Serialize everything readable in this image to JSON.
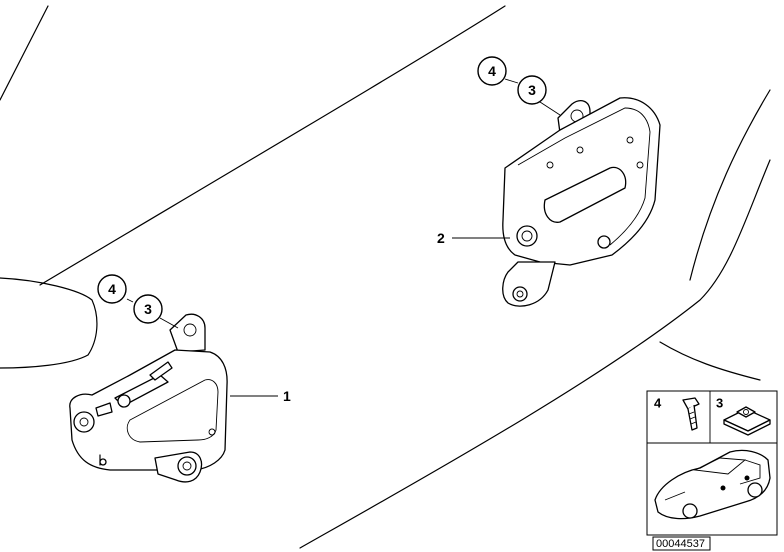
{
  "callouts": {
    "upper_a": "4",
    "upper_b": "3",
    "lower_a": "4",
    "lower_b": "3"
  },
  "part_labels": {
    "part1": "1",
    "part2": "2"
  },
  "legend": {
    "bolt_number": "4",
    "nut_number": "3"
  },
  "reference_number": "00044537"
}
